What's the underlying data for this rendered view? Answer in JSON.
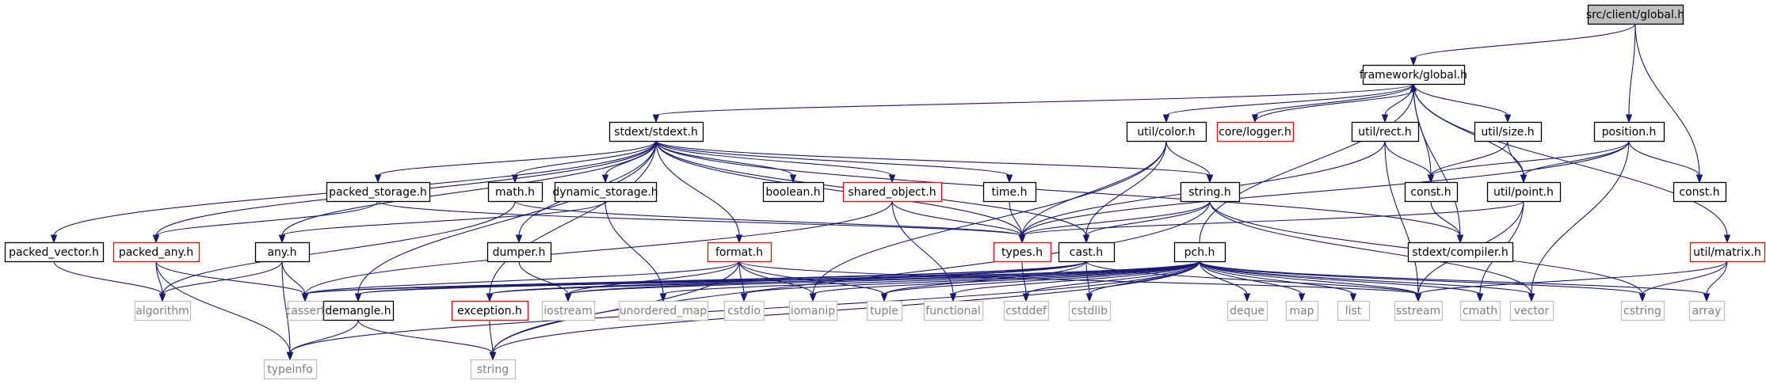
{
  "graph": {
    "colors": {
      "edge": "#191970",
      "header_fill": "#bfbfbf",
      "defined_border": "#000000",
      "undocumented_border": "#ff0000",
      "system_border": "#bfbfbf",
      "system_text": "#808080",
      "text": "#000000"
    },
    "nodes": [
      {
        "id": "n_src_global",
        "label": "src/client/global.h",
        "kind": "root"
      },
      {
        "id": "n_fw_global",
        "label": "framework/global.h",
        "kind": "normal"
      },
      {
        "id": "n_stdext",
        "label": "stdext/stdext.h",
        "kind": "normal"
      },
      {
        "id": "n_util_color",
        "label": "util/color.h",
        "kind": "normal"
      },
      {
        "id": "n_core_logger",
        "label": "core/logger.h",
        "kind": "red"
      },
      {
        "id": "n_util_rect",
        "label": "util/rect.h",
        "kind": "normal"
      },
      {
        "id": "n_util_size",
        "label": "util/size.h",
        "kind": "normal"
      },
      {
        "id": "n_position",
        "label": "position.h",
        "kind": "normal"
      },
      {
        "id": "n_const_r",
        "label": "const.h",
        "kind": "normal"
      },
      {
        "id": "n_const_m",
        "label": "const.h",
        "kind": "normal"
      },
      {
        "id": "n_util_point",
        "label": "util/point.h",
        "kind": "normal"
      },
      {
        "id": "n_string_h",
        "label": "string.h",
        "kind": "normal"
      },
      {
        "id": "n_packed_storage",
        "label": "packed_storage.h",
        "kind": "normal"
      },
      {
        "id": "n_math",
        "label": "math.h",
        "kind": "normal"
      },
      {
        "id": "n_dynamic_storage",
        "label": "dynamic_storage.h",
        "kind": "normal"
      },
      {
        "id": "n_boolean",
        "label": "boolean.h",
        "kind": "normal"
      },
      {
        "id": "n_shared_object",
        "label": "shared_object.h",
        "kind": "red"
      },
      {
        "id": "n_time",
        "label": "time.h",
        "kind": "normal"
      },
      {
        "id": "n_types",
        "label": "types.h",
        "kind": "red"
      },
      {
        "id": "n_stdext_compiler",
        "label": "stdext/compiler.h",
        "kind": "normal"
      },
      {
        "id": "n_util_matrix",
        "label": "util/matrix.h",
        "kind": "red"
      },
      {
        "id": "n_packed_vector",
        "label": "packed_vector.h",
        "kind": "normal"
      },
      {
        "id": "n_packed_any",
        "label": "packed_any.h",
        "kind": "red"
      },
      {
        "id": "n_any",
        "label": "any.h",
        "kind": "normal"
      },
      {
        "id": "n_dumper",
        "label": "dumper.h",
        "kind": "normal"
      },
      {
        "id": "n_format",
        "label": "format.h",
        "kind": "red"
      },
      {
        "id": "n_cast",
        "label": "cast.h",
        "kind": "normal"
      },
      {
        "id": "n_pch",
        "label": "pch.h",
        "kind": "normal"
      },
      {
        "id": "n_demangle",
        "label": "demangle.h",
        "kind": "normal"
      },
      {
        "id": "n_exception",
        "label": "exception.h",
        "kind": "red"
      },
      {
        "id": "s_algorithm",
        "label": "algorithm",
        "kind": "sys"
      },
      {
        "id": "s_cassert",
        "label": "cassert",
        "kind": "sys"
      },
      {
        "id": "s_iostream",
        "label": "iostream",
        "kind": "sys"
      },
      {
        "id": "s_unordered_map",
        "label": "unordered_map",
        "kind": "sys"
      },
      {
        "id": "s_cstdio",
        "label": "cstdio",
        "kind": "sys"
      },
      {
        "id": "s_iomanip",
        "label": "iomanip",
        "kind": "sys"
      },
      {
        "id": "s_tuple",
        "label": "tuple",
        "kind": "sys"
      },
      {
        "id": "s_functional",
        "label": "functional",
        "kind": "sys"
      },
      {
        "id": "s_cstddef",
        "label": "cstddef",
        "kind": "sys"
      },
      {
        "id": "s_cstdlib",
        "label": "cstdlib",
        "kind": "sys"
      },
      {
        "id": "s_deque",
        "label": "deque",
        "kind": "sys"
      },
      {
        "id": "s_map",
        "label": "map",
        "kind": "sys"
      },
      {
        "id": "s_list",
        "label": "list",
        "kind": "sys"
      },
      {
        "id": "s_sstream",
        "label": "sstream",
        "kind": "sys"
      },
      {
        "id": "s_cmath",
        "label": "cmath",
        "kind": "sys"
      },
      {
        "id": "s_vector",
        "label": "vector",
        "kind": "sys"
      },
      {
        "id": "s_cstring",
        "label": "cstring",
        "kind": "sys"
      },
      {
        "id": "s_array",
        "label": "array",
        "kind": "sys"
      },
      {
        "id": "s_typeinfo",
        "label": "typeinfo",
        "kind": "sys"
      },
      {
        "id": "s_string",
        "label": "string",
        "kind": "sys"
      }
    ],
    "edges": [
      [
        "n_src_global",
        "n_fw_global"
      ],
      [
        "n_src_global",
        "n_position"
      ],
      [
        "n_src_global",
        "n_const_r"
      ],
      [
        "n_fw_global",
        "n_stdext"
      ],
      [
        "n_fw_global",
        "n_util_color"
      ],
      [
        "n_fw_global",
        "n_core_logger"
      ],
      [
        "n_fw_global",
        "n_util_rect"
      ],
      [
        "n_fw_global",
        "n_util_size"
      ],
      [
        "n_fw_global",
        "n_const_m"
      ],
      [
        "n_fw_global",
        "n_util_point"
      ],
      [
        "n_fw_global",
        "n_util_matrix"
      ],
      [
        "n_fw_global",
        "n_stdext_compiler"
      ],
      [
        "n_core_logger",
        "n_fw_global"
      ],
      [
        "n_pch",
        "n_fw_global"
      ],
      [
        "n_stdext",
        "n_packed_vector"
      ],
      [
        "n_stdext",
        "n_packed_any"
      ],
      [
        "n_stdext",
        "n_any"
      ],
      [
        "n_stdext",
        "n_dumper"
      ],
      [
        "n_stdext",
        "n_demangle"
      ],
      [
        "n_stdext",
        "n_packed_storage"
      ],
      [
        "n_stdext",
        "n_math"
      ],
      [
        "n_stdext",
        "n_dynamic_storage"
      ],
      [
        "n_stdext",
        "n_exception"
      ],
      [
        "n_stdext",
        "n_format"
      ],
      [
        "n_stdext",
        "n_boolean"
      ],
      [
        "n_stdext",
        "n_shared_object"
      ],
      [
        "n_stdext",
        "n_time"
      ],
      [
        "n_stdext",
        "n_types"
      ],
      [
        "n_stdext",
        "n_string_h"
      ],
      [
        "n_stdext",
        "n_cast"
      ],
      [
        "n_stdext",
        "n_stdext_compiler"
      ],
      [
        "n_util_color",
        "n_types"
      ],
      [
        "n_util_color",
        "n_string_h"
      ],
      [
        "n_util_color",
        "n_cast"
      ],
      [
        "n_util_color",
        "s_iomanip"
      ],
      [
        "n_util_rect",
        "n_const_m"
      ],
      [
        "n_util_rect",
        "n_types"
      ],
      [
        "n_util_rect",
        "s_sstream"
      ],
      [
        "n_util_size",
        "n_const_m"
      ],
      [
        "n_util_size",
        "n_util_point"
      ],
      [
        "n_position",
        "n_const_m"
      ],
      [
        "n_position",
        "n_util_point"
      ],
      [
        "n_position",
        "n_const_r"
      ],
      [
        "n_position",
        "n_types"
      ],
      [
        "n_position",
        "s_vector"
      ],
      [
        "n_const_m",
        "n_stdext_compiler"
      ],
      [
        "n_util_point",
        "n_types"
      ],
      [
        "n_util_point",
        "s_sstream"
      ],
      [
        "n_util_point",
        "s_cmath"
      ],
      [
        "n_util_matrix",
        "s_array"
      ],
      [
        "n_util_matrix",
        "s_cstring"
      ],
      [
        "n_util_matrix",
        "s_sstream"
      ],
      [
        "n_string_h",
        "n_types"
      ],
      [
        "n_string_h",
        "n_cast"
      ],
      [
        "n_string_h",
        "s_string"
      ],
      [
        "n_string_h",
        "s_cstring"
      ],
      [
        "n_string_h",
        "s_vector"
      ],
      [
        "n_packed_storage",
        "n_packed_any"
      ],
      [
        "n_packed_storage",
        "n_types"
      ],
      [
        "n_math",
        "n_types"
      ],
      [
        "n_math",
        "s_algorithm"
      ],
      [
        "n_dynamic_storage",
        "n_any"
      ],
      [
        "n_dynamic_storage",
        "s_unordered_map"
      ],
      [
        "n_shared_object",
        "n_types"
      ],
      [
        "n_shared_object",
        "s_functional"
      ],
      [
        "n_shared_object",
        "s_cassert"
      ],
      [
        "n_time",
        "n_types"
      ],
      [
        "n_types",
        "s_cstddef"
      ],
      [
        "n_packed_vector",
        "s_algorithm"
      ],
      [
        "n_packed_any",
        "s_algorithm"
      ],
      [
        "n_packed_any",
        "s_cassert"
      ],
      [
        "n_packed_any",
        "s_typeinfo"
      ],
      [
        "n_any",
        "s_algorithm"
      ],
      [
        "n_any",
        "s_cassert"
      ],
      [
        "n_any",
        "s_typeinfo"
      ],
      [
        "n_dumper",
        "s_iostream"
      ],
      [
        "n_format",
        "s_cassert"
      ],
      [
        "n_format",
        "s_iostream"
      ],
      [
        "n_format",
        "s_cstdio"
      ],
      [
        "n_format",
        "s_iomanip"
      ],
      [
        "n_format",
        "s_tuple"
      ],
      [
        "n_format",
        "s_string"
      ],
      [
        "n_format",
        "s_sstream"
      ],
      [
        "n_cast",
        "n_demangle"
      ],
      [
        "n_cast",
        "n_exception"
      ],
      [
        "n_cast",
        "s_cstdlib"
      ],
      [
        "n_cast",
        "s_tuple"
      ],
      [
        "n_cast",
        "s_iostream"
      ],
      [
        "n_cast",
        "s_sstream"
      ],
      [
        "n_cast",
        "s_cassert"
      ],
      [
        "n_pch",
        "s_cassert"
      ],
      [
        "n_pch",
        "s_iostream"
      ],
      [
        "n_pch",
        "s_unordered_map"
      ],
      [
        "n_pch",
        "s_cstdio"
      ],
      [
        "n_pch",
        "s_iomanip"
      ],
      [
        "n_pch",
        "s_tuple"
      ],
      [
        "n_pch",
        "s_functional"
      ],
      [
        "n_pch",
        "s_cstddef"
      ],
      [
        "n_pch",
        "s_cstdlib"
      ],
      [
        "n_pch",
        "s_deque"
      ],
      [
        "n_pch",
        "s_map"
      ],
      [
        "n_pch",
        "s_list"
      ],
      [
        "n_pch",
        "s_sstream"
      ],
      [
        "n_pch",
        "s_cmath"
      ],
      [
        "n_pch",
        "s_vector"
      ],
      [
        "n_pch",
        "s_cstring"
      ],
      [
        "n_pch",
        "s_array"
      ],
      [
        "n_pch",
        "s_typeinfo"
      ],
      [
        "n_pch",
        "s_string"
      ],
      [
        "n_pch",
        "n_demangle"
      ],
      [
        "n_pch",
        "n_exception"
      ],
      [
        "n_demangle",
        "s_typeinfo"
      ],
      [
        "n_demangle",
        "s_string"
      ],
      [
        "n_exception",
        "s_string"
      ]
    ]
  }
}
